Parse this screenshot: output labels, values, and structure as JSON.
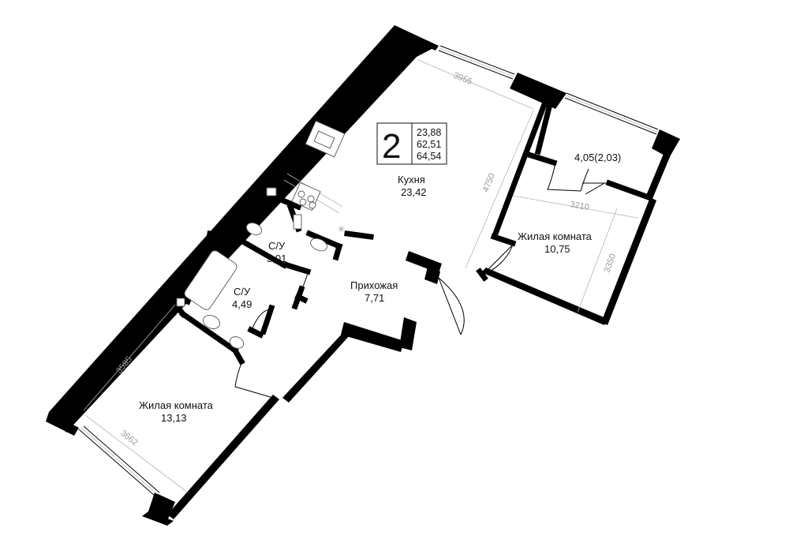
{
  "summary": {
    "rooms_count": "2",
    "areas": [
      "23,88",
      "62,51",
      "64,54"
    ]
  },
  "rooms": {
    "kitchen": {
      "name": "Кухня",
      "area": "23,42"
    },
    "bath1": {
      "name": "С/У",
      "area": "3,01"
    },
    "bath2": {
      "name": "С/У",
      "area": "4,49"
    },
    "hall": {
      "name": "Прихожая",
      "area": "7,71"
    },
    "living1": {
      "name": "Жилая комната",
      "area": "10,75"
    },
    "living2": {
      "name": "Жилая комната",
      "area": "13,13"
    },
    "balcony": {
      "label": "4,05(2,03)"
    }
  },
  "dimensions": {
    "kitchen_width": "3955",
    "kitchen_depth": "4750",
    "living1_width": "3210",
    "living1_depth": "3350",
    "living2_depth": "3585",
    "living2_width": "3662"
  }
}
